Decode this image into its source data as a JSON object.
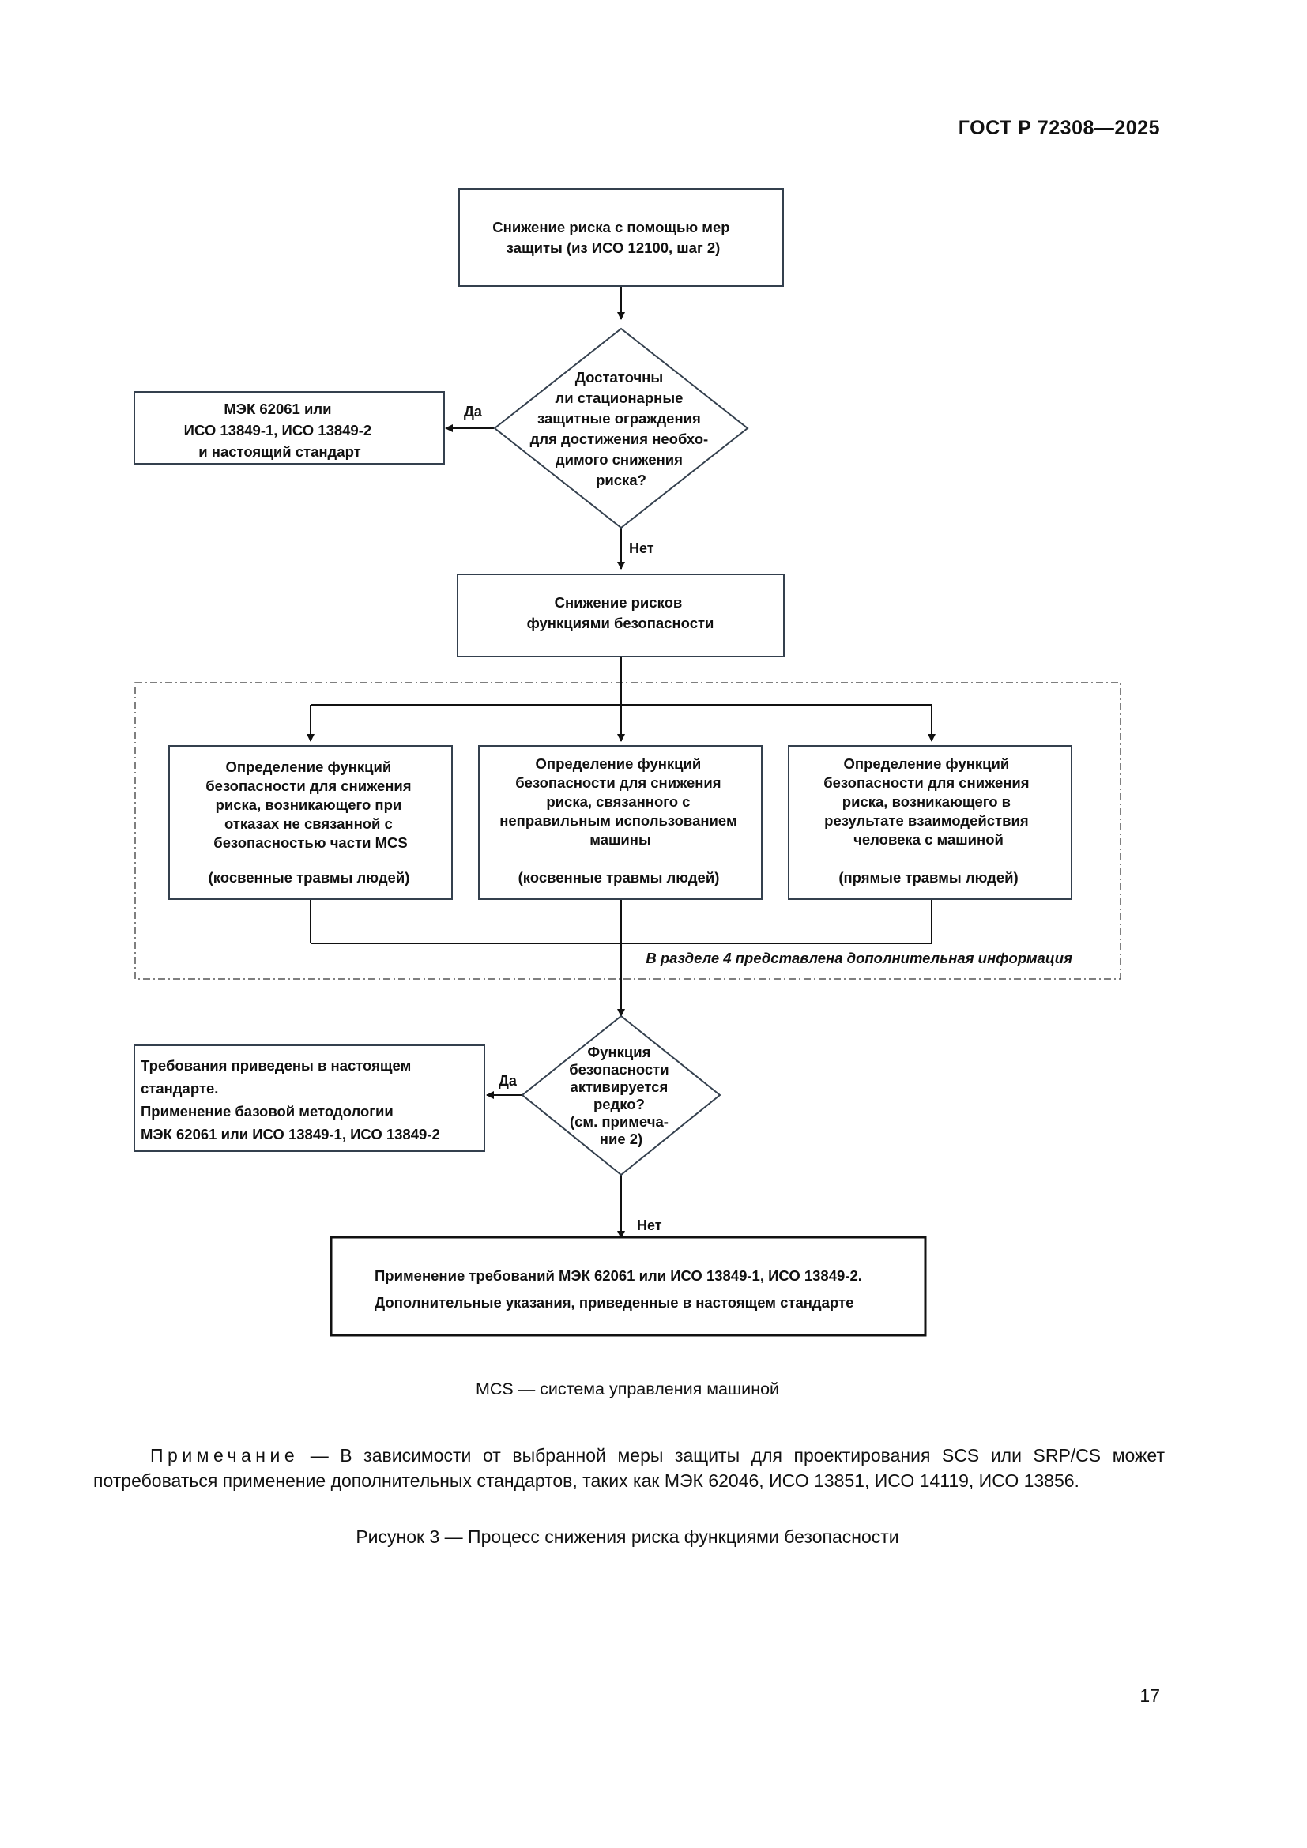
{
  "header": {
    "doc_code": "ГОСТ Р 72308—2025"
  },
  "flowchart": {
    "start": {
      "lines": [
        "Снижение риска с помощью  мер",
        "защиты (из ИСО 12100, шаг 2)"
      ]
    },
    "decision1": {
      "lines": [
        "Достаточны",
        "ли стационарные",
        "защитные ограждения",
        "для достижения необхо-",
        "димого снижения",
        "риска?"
      ]
    },
    "decision1_yes": {
      "lines": [
        "МЭК 62061 или",
        "ИСО 13849-1, ИСО 13849-2",
        "и настоящий стандарт"
      ]
    },
    "label_yes": "Да",
    "label_no": "Нет",
    "reduce": {
      "lines": [
        "Снижение рисков",
        "функциями безопасности"
      ]
    },
    "branches": [
      {
        "lines": [
          "Определение функций",
          "безопасности для снижения",
          "риска, возникающего при",
          "отказах не связанной с",
          "безопасностью части MCS"
        ],
        "injury": "(косвенные травмы людей)"
      },
      {
        "lines": [
          "Определение функций",
          "безопасности для снижения",
          "риска, связанного с",
          "неправильным использованием",
          "машины"
        ],
        "injury": "(косвенные травмы людей)"
      },
      {
        "lines": [
          "Определение функций",
          "безопасности для снижения",
          "риска, возникающего в",
          "результате взаимодействия",
          "человека с машиной"
        ],
        "injury": "(прямые травмы людей)"
      }
    ],
    "section_note": "В разделе 4 представлена дополнительная информация",
    "decision2": {
      "lines": [
        "Функция",
        "безопасности",
        "активируется",
        "редко?",
        "(см. примеча-",
        "ние 2)"
      ]
    },
    "decision2_yes": {
      "lines": [
        "Требования приведены в настоящем",
        "стандарте.",
        "Применение базовой методологии",
        "МЭК 62061 или ИСО 13849-1, ИСО 13849-2"
      ]
    },
    "final": {
      "lines": [
        "Применение требований МЭК 62061 или ИСО 13849-1, ИСО 13849-2.",
        "Дополнительные указания, приведенные в настоящем стандарте"
      ]
    }
  },
  "legend": "MCS — система управления машиной",
  "note": {
    "lead": "Примечание",
    "text": " — В зависимости от выбранной меры защиты для проектирования SCS или SRP/CS может потребоваться применение дополнительных стандартов, таких как МЭК 62046, ИСО 13851, ИСО 14119, ИСО 13856."
  },
  "caption": "Рисунок 3 — Процесс снижения риска функциями безопасности",
  "page_number": "17"
}
